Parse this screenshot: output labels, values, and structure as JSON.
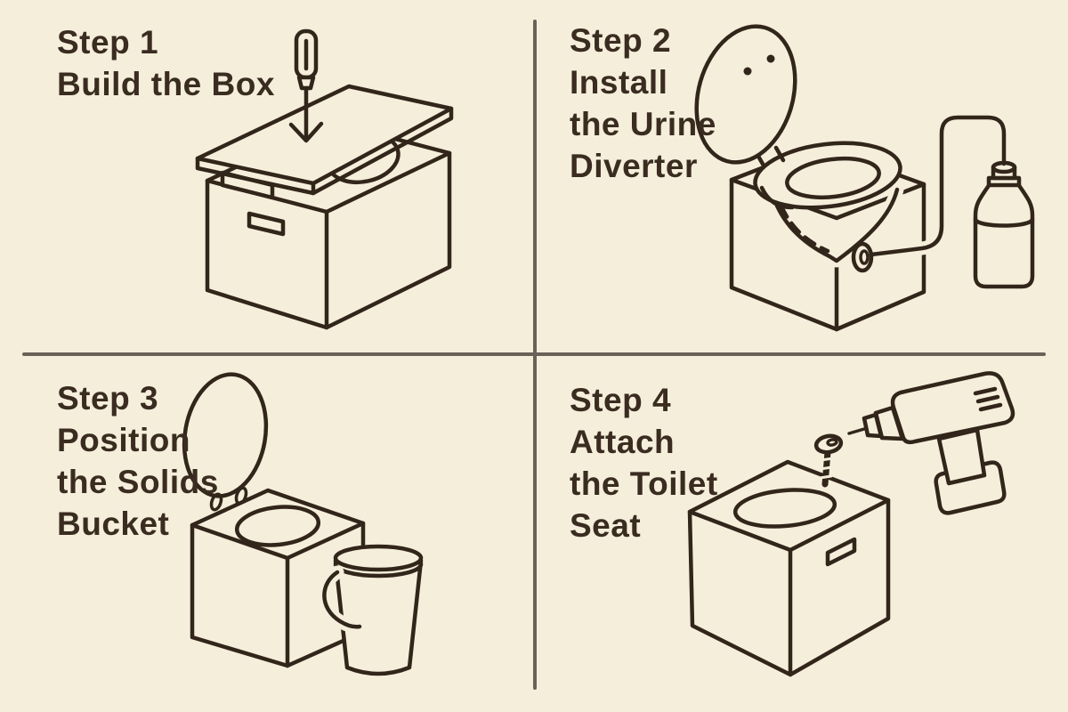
{
  "page": {
    "background_color": "#f5eedb",
    "line_color": "#32251a",
    "text_color": "#3a2c20",
    "divider_color": "#6b6159"
  },
  "panels": [
    {
      "id": "step-1",
      "title_lines": [
        "Step 1",
        "Build the Box"
      ],
      "illustration": "plywood-box-with-hovering-lid-and-screwdriver-arrow"
    },
    {
      "id": "step-2",
      "title_lines": [
        "Step 2",
        "Install",
        "the Urine",
        "Diverter"
      ],
      "illustration": "box-with-toilet-seat-funnel-diverter-tube-and-bottle"
    },
    {
      "id": "step-3",
      "title_lines": [
        "Step 3",
        "Position",
        "the Solids",
        "Bucket"
      ],
      "illustration": "box-with-open-lid-and-bucket"
    },
    {
      "id": "step-4",
      "title_lines": [
        "Step 4",
        "Attach",
        "the Toilet",
        "Seat"
      ],
      "illustration": "box-with-screw-and-cordless-drill"
    }
  ]
}
